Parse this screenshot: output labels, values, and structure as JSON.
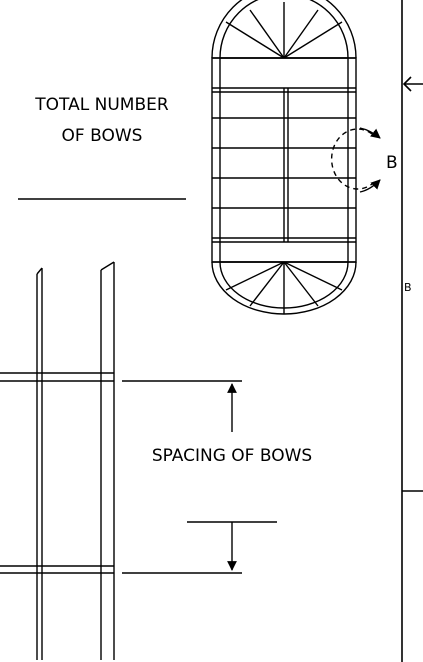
{
  "labels": {
    "total_bows_line1": "TOTAL NUMBER",
    "total_bows_line2": "OF BOWS",
    "detail_marker": "B",
    "section_marker": "B",
    "spacing_of_bows": "SPACING OF BOWS"
  },
  "colors": {
    "line": "#000000",
    "background": "#ffffff"
  }
}
